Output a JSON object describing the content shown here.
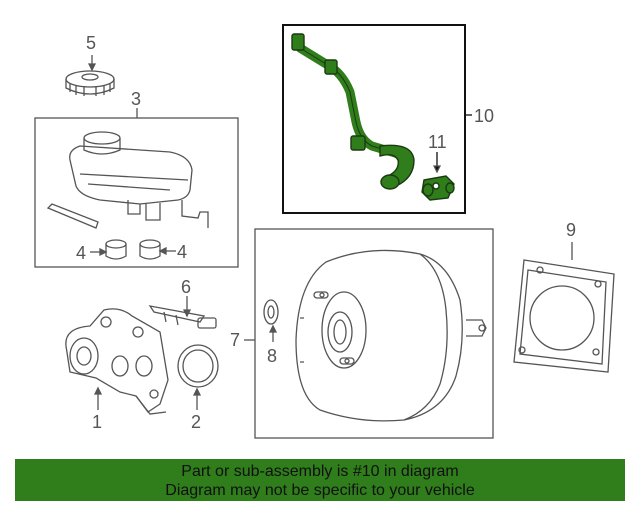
{
  "callouts": {
    "c1": "1",
    "c2": "2",
    "c3": "3",
    "c4a": "4",
    "c4b": "4",
    "c5": "5",
    "c6": "6",
    "c7": "7",
    "c8": "8",
    "c9": "9",
    "c10": "10",
    "c11": "11"
  },
  "banner": {
    "line1": "Part or sub-assembly is #10 in diagram",
    "line2": "Diagram may not be specific to your vehicle"
  },
  "colors": {
    "highlight_part": "#2f7d1b",
    "banner_bg": "#2f7d1b",
    "line": "#555555"
  }
}
